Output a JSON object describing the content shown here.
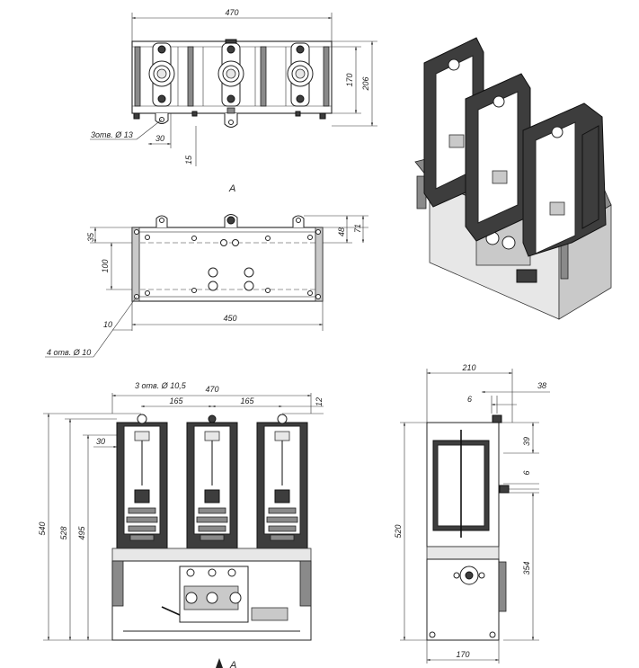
{
  "drawing": {
    "top_view": {
      "overall_width": "470",
      "height_170": "170",
      "height_206": "206",
      "hole_note": "3отв. Ø 13",
      "offset_30": "30",
      "offset_15": "15"
    },
    "section_label": "A",
    "base_view": {
      "dim_35": "35",
      "dim_100": "100",
      "dim_48": "48",
      "dim_71": "71",
      "dim_10": "10",
      "base_width": "450",
      "hole_note": "4 отв. Ø 10"
    },
    "front_view": {
      "hole_note": "3 отв. Ø 10,5",
      "overall_width": "470",
      "pitch_1": "165",
      "pitch_2": "165",
      "dim_12": "12",
      "dim_30": "30",
      "height_540": "540",
      "height_528": "528",
      "height_495": "495",
      "section_label": "A"
    },
    "side_view": {
      "depth_210": "210",
      "dim_38": "38",
      "dim_6_top": "6",
      "dim_39": "39",
      "dim_6": "6",
      "height_520": "520",
      "height_354": "354",
      "base_170": "170"
    }
  }
}
